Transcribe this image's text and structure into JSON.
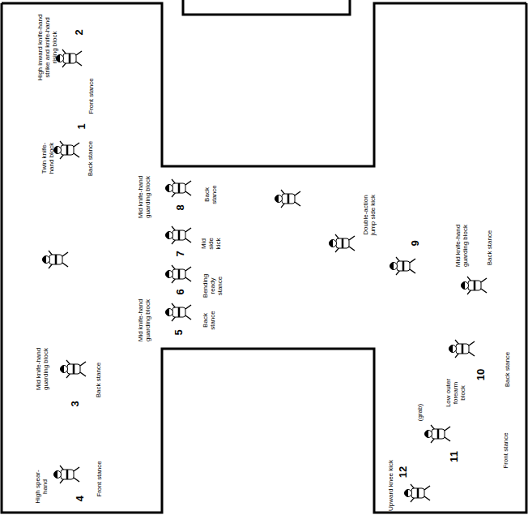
{
  "diagram": {
    "labels": [
      "2",
      "High inward knife-hand strike and knife-hand rising block",
      "Front stance",
      "1",
      "Twin knife-hand block",
      "Back stance",
      "3",
      "Mid knife-hand guarding block",
      "Back stance",
      "4",
      "High spear-hand",
      "Front stance",
      "Mid knife-hand guarding block",
      "8",
      "Back stance",
      "7",
      "Mid side kick",
      "6",
      "Bending ready stance",
      "5",
      "Mid knife-hand guarding block",
      "Back stance",
      "Double-action jump side kick",
      "9",
      "Mid knife-hand guarding block",
      "Back stance",
      "10",
      "Low outer forearm block",
      "Back stance",
      "(grab)",
      "11",
      "Front stance",
      "12",
      "Upward knee kick"
    ]
  }
}
